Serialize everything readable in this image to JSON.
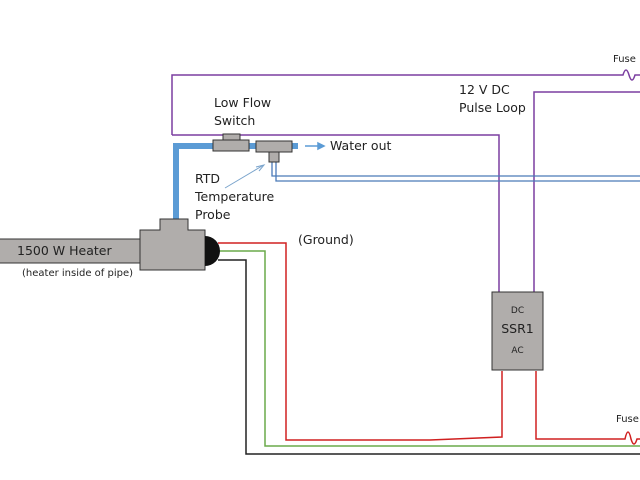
{
  "labels": {
    "fuse_top": "Fuse",
    "fuse_bottom": "Fuse",
    "pulse_loop_line1": "12 V DC",
    "pulse_loop_line2": "Pulse Loop",
    "low_flow_line1": "Low Flow",
    "low_flow_line2": "Switch",
    "water_out": "Water out",
    "rtd_line1": "RTD",
    "rtd_line2": "Temperature",
    "rtd_line3": "Probe",
    "ground": "(Ground)",
    "heater": "1500 W Heater",
    "heater_note": "(heater inside of pipe)",
    "ssr_dc": "DC",
    "ssr_name": "SSR1",
    "ssr_ac": "AC"
  },
  "colors": {
    "dc_wire": "#7b3fa0",
    "ac_hot": "#d02020",
    "ground": "#6aaa4a",
    "neutral": "#222222",
    "pipe": "#5b9bd5",
    "rtd_wire": "#4a7ab8",
    "component_fill": "#b0adab"
  }
}
